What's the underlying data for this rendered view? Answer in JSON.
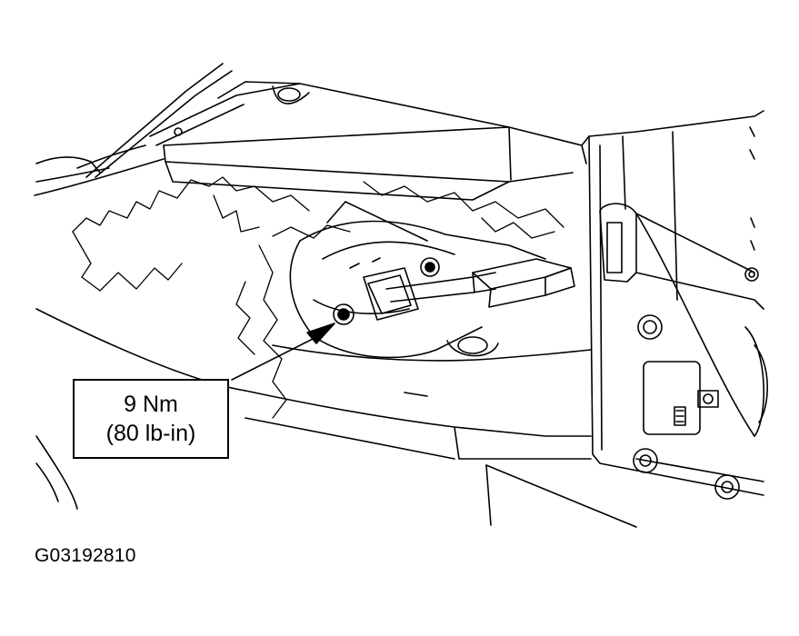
{
  "callout": {
    "torque_nm": "9 Nm",
    "torque_lbin": "(80 lb-in)"
  },
  "figure_id": "G03192810",
  "colors": {
    "ink": "#000000",
    "paper": "#ffffff"
  }
}
